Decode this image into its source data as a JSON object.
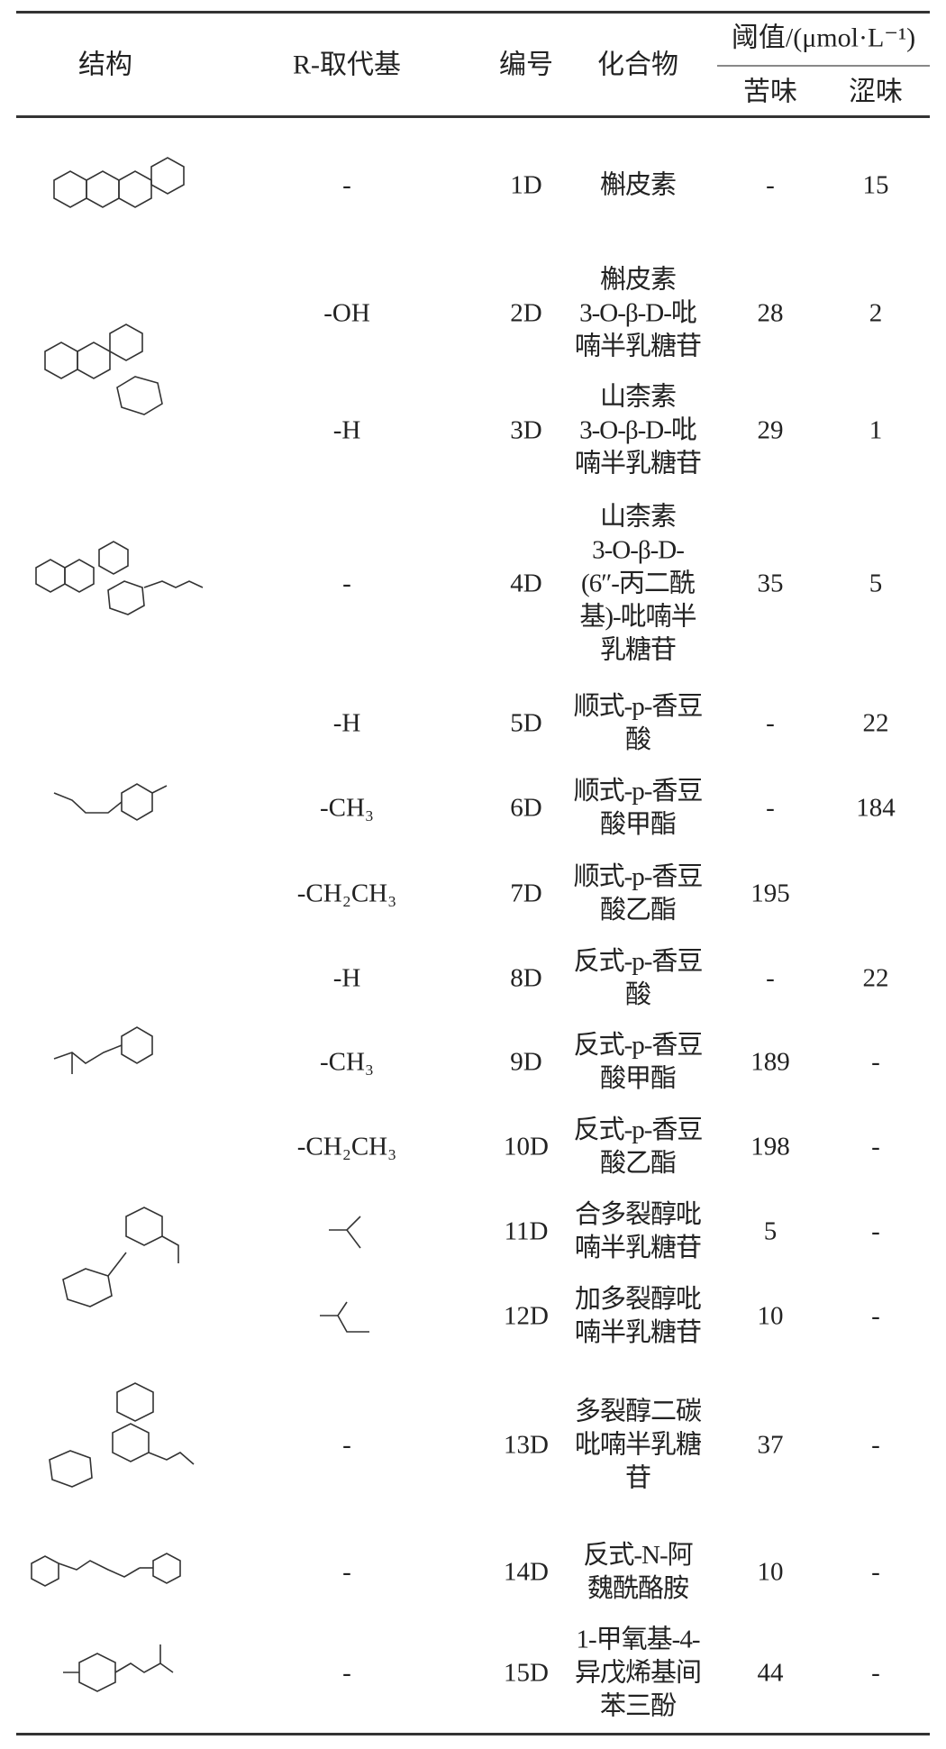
{
  "header": {
    "structure": "结构",
    "r_substituent": "R-取代基",
    "number": "编号",
    "compound": "化合物",
    "threshold": "阈值/(μmol·L⁻¹)",
    "bitter": "苦味",
    "astringent": "涩味"
  },
  "rows": [
    {
      "r": "-",
      "id": "1D",
      "name": "槲皮素",
      "bitter": "-",
      "astringent": "15"
    },
    {
      "r": "-OH",
      "id": "2D",
      "name": "槲皮素\n3-O-β-D-吡\n喃半乳糖苷",
      "bitter": "28",
      "astringent": "2"
    },
    {
      "r": "-H",
      "id": "3D",
      "name": "山柰素\n3-O-β-D-吡\n喃半乳糖苷",
      "bitter": "29",
      "astringent": "1"
    },
    {
      "r": "-",
      "id": "4D",
      "name": "山柰素\n3-O-β-D-\n(6″-丙二酰\n基)-吡喃半\n乳糖苷",
      "bitter": "35",
      "astringent": "5"
    },
    {
      "r": "-H",
      "id": "5D",
      "name": "顺式-p-香豆\n酸",
      "bitter": "-",
      "astringent": "22"
    },
    {
      "r": "-CH₃",
      "id": "6D",
      "name": "顺式-p-香豆\n酸甲酯",
      "bitter": "-",
      "astringent": "184"
    },
    {
      "r": "-CH₂CH₃",
      "id": "7D",
      "name": "顺式-p-香豆\n酸乙酯",
      "bitter": "195",
      "astringent": ""
    },
    {
      "r": "-H",
      "id": "8D",
      "name": "反式-p-香豆\n酸",
      "bitter": "-",
      "astringent": "22"
    },
    {
      "r": "-CH₃",
      "id": "9D",
      "name": "反式-p-香豆\n酸甲酯",
      "bitter": "189",
      "astringent": "-"
    },
    {
      "r": "-CH₂CH₃",
      "id": "10D",
      "name": "反式-p-香豆\n酸乙酯",
      "bitter": "198",
      "astringent": "-"
    },
    {
      "r": "",
      "id": "11D",
      "name": "合多裂醇吡\n喃半乳糖苷",
      "bitter": "5",
      "astringent": "-"
    },
    {
      "r": "",
      "id": "12D",
      "name": "加多裂醇吡\n喃半乳糖苷",
      "bitter": "10",
      "astringent": "-"
    },
    {
      "r": "-",
      "id": "13D",
      "name": "多裂醇二碳\n吡喃半乳糖\n苷",
      "bitter": "37",
      "astringent": "-"
    },
    {
      "r": "-",
      "id": "14D",
      "name": "反式-N-阿\n魏酰酪胺",
      "bitter": "10",
      "astringent": "-"
    },
    {
      "r": "-",
      "id": "15D",
      "name": "1-甲氧基-4-\n异戊烯基间\n苯三酚",
      "bitter": "44",
      "astringent": "-"
    }
  ]
}
